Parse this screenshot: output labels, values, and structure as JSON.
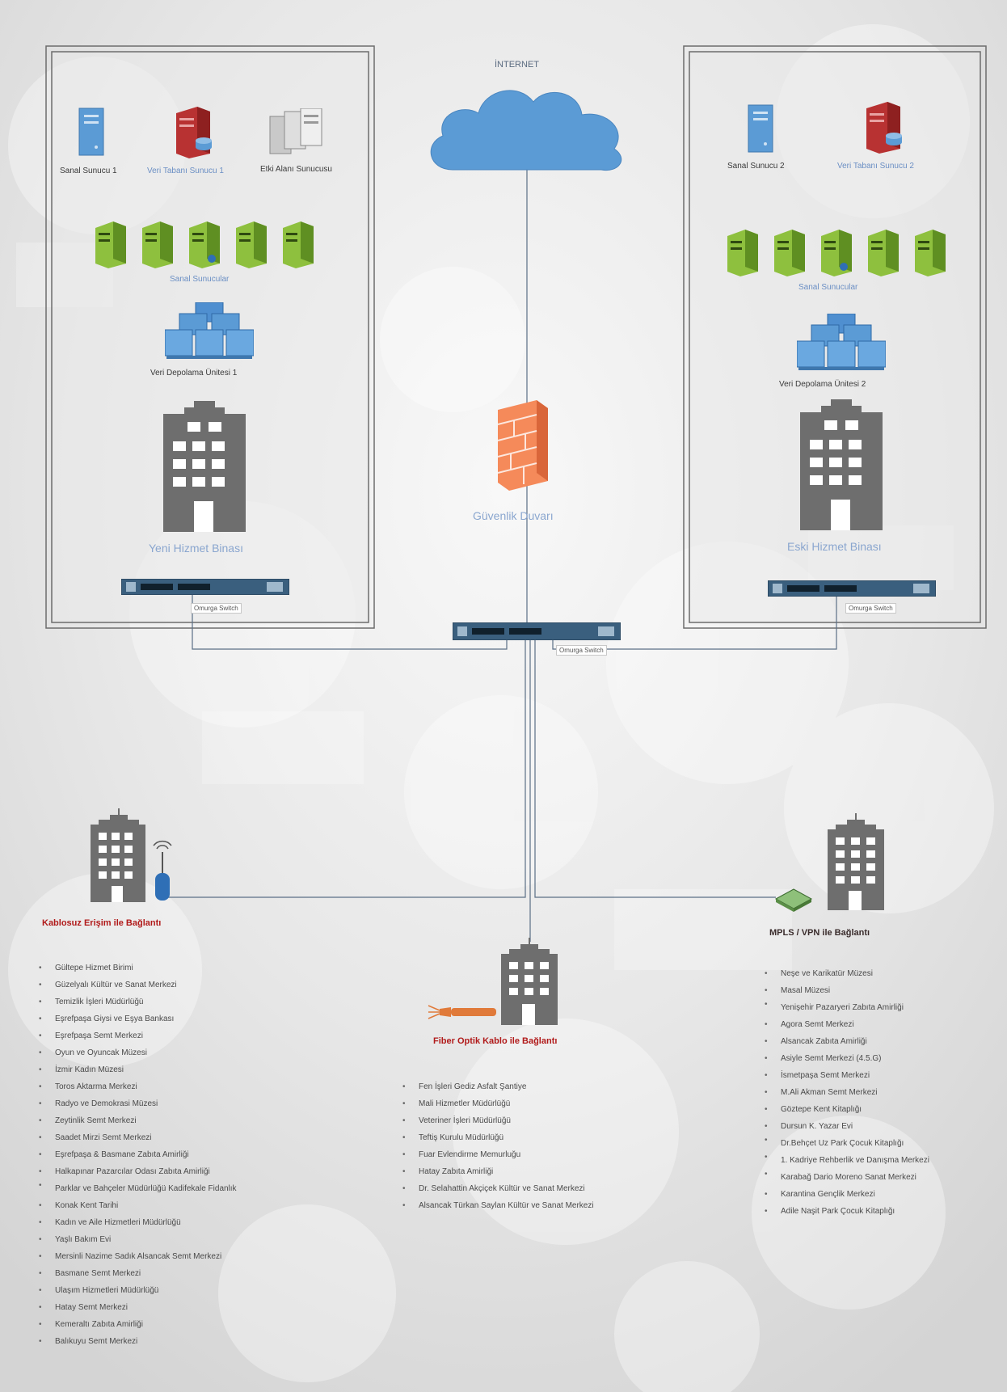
{
  "internet": {
    "label": "İNTERNET"
  },
  "firewall": {
    "label": "Güvenlik Duvarı"
  },
  "core_switch": {
    "label": "Omurga Switch"
  },
  "left_site": {
    "servers": [
      {
        "label": "Sanal Sunucu 1",
        "icon": "server-blue-icon"
      },
      {
        "label": "Veri Tabanı Sunucu 1",
        "icon": "database-server-red-icon"
      },
      {
        "label": "Etki Alanı Sunucusu",
        "icon": "domain-server-grey-icon"
      }
    ],
    "vm_label": "Sanal Sunucular",
    "storage_label": "Veri Depolama Ünitesi 1",
    "building_label": "Yeni Hizmet Binası",
    "switch_label": "Omurga Switch"
  },
  "right_site": {
    "servers": [
      {
        "label": "Sanal Sunucu 2",
        "icon": "server-blue-icon"
      },
      {
        "label": "Veri Tabanı Sunucu 2",
        "icon": "database-server-red-icon"
      }
    ],
    "vm_label": "Sanal Sunucular",
    "storage_label": "Veri Depolama Ünitesi 2",
    "building_label": "Eski Hizmet Binası",
    "switch_label": "Omurga Switch"
  },
  "wireless": {
    "title": "Kablosuz Erişim ile Bağlantı",
    "sites": [
      "Gültepe Hizmet Birimi",
      "Güzelyalı Kültür ve Sanat Merkezi",
      "Temizlik İşleri Müdürlüğü",
      "Eşrefpaşa Giysi ve Eşya Bankası",
      "Eşrefpaşa Semt Merkezi",
      "Oyun ve Oyuncak Müzesi",
      "İzmir Kadın Müzesi",
      "Toros Aktarma Merkezi",
      "Radyo ve Demokrasi Müzesi",
      "Zeytinlik Semt Merkezi",
      "Saadet Mirzi Semt Merkezi",
      "Eşrefpaşa & Basmane Zabıta Amirliği",
      "Halkapınar Pazarcılar Odası Zabıta Amirliği",
      "Parklar ve Bahçeler Müdürlüğü Kadifekale Fidanlık",
      "Konak Kent Tarihi",
      "Kadın ve Aile Hizmetleri Müdürlüğü",
      "Yaşlı Bakım Evi",
      "Mersinli Nazime Sadık Alsancak Semt Merkezi",
      "Basmane Semt Merkezi",
      "Ulaşım Hizmetleri Müdürlüğü",
      "Hatay Semt Merkezi",
      "Kemeraltı Zabıta Amirliği",
      "Balıkuyu Semt Merkezi"
    ]
  },
  "fiber": {
    "title": "Fiber Optik Kablo ile Bağlantı",
    "sites": [
      "Fen İşleri Gediz Asfalt Şantiye",
      "Mali Hizmetler Müdürlüğü",
      "Veteriner İşleri Müdürlüğü",
      "Teftiş Kurulu Müdürlüğü",
      "Fuar Evlendirme Memurluğu",
      "Hatay Zabıta Amirliği",
      "Dr. Selahattin Akçiçek Kültür ve Sanat Merkezi",
      "Alsancak Türkan Saylan Kültür ve Sanat Merkezi"
    ]
  },
  "mpls": {
    "title": "MPLS / VPN ile Bağlantı",
    "sites": [
      "Neşe ve Karikatür Müzesi",
      "Masal Müzesi",
      "Yenişehir Pazaryeri Zabıta Amirliği",
      "Agora Semt Merkezi",
      "Alsancak Zabıta Amirliği",
      "Asiyle Semt Merkezi (4.5.G)",
      "İsmetpaşa Semt Merkezi",
      "M.Ali Akman Semt Merkezi",
      "Göztepe Kent Kitaplığı",
      "Dursun K. Yazar Evi",
      "Dr.Behçet Uz Park Çocuk Kitaplığı",
      "1. Kadriye Rehberlik ve Danışma Merkezi",
      "Karabağ Dario Moreno Sanat Merkezi",
      "Karantina Gençlik Merkezi",
      "Adile Naşit Park Çocuk Kitaplığı"
    ]
  }
}
